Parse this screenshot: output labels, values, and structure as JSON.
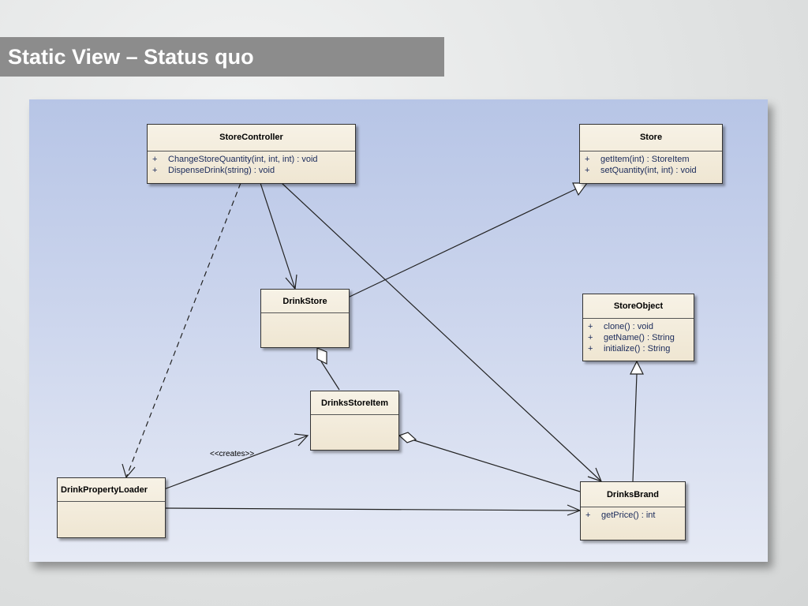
{
  "slide": {
    "title": "Static View – Status quo"
  },
  "classes": {
    "storecontroller": {
      "name": "StoreController",
      "ops": [
        {
          "vis": "+",
          "sig": "ChangeStoreQuantity(int, int, int) : void"
        },
        {
          "vis": "+",
          "sig": "DispenseDrink(string) : void"
        }
      ]
    },
    "store": {
      "name": "Store",
      "ops": [
        {
          "vis": "+",
          "sig": "getItem(int) : StoreItem"
        },
        {
          "vis": "+",
          "sig": "setQuantity(int, int) : void"
        }
      ]
    },
    "drinkstore": {
      "name": "DrinkStore"
    },
    "storeobject": {
      "name": "StoreObject",
      "ops": [
        {
          "vis": "+",
          "sig": "clone() : void"
        },
        {
          "vis": "+",
          "sig": "getName() : String"
        },
        {
          "vis": "+",
          "sig": "initialize() : String"
        }
      ]
    },
    "drinksstoreitem": {
      "name": "DrinksStoreItem"
    },
    "drinkpropertyloader": {
      "name": "DrinkPropertyLoader"
    },
    "drinksbrand": {
      "name": "DrinksBrand",
      "ops": [
        {
          "vis": "+",
          "sig": "getPrice() : int"
        }
      ]
    }
  },
  "stereotypes": {
    "creates": "<<creates>>"
  }
}
